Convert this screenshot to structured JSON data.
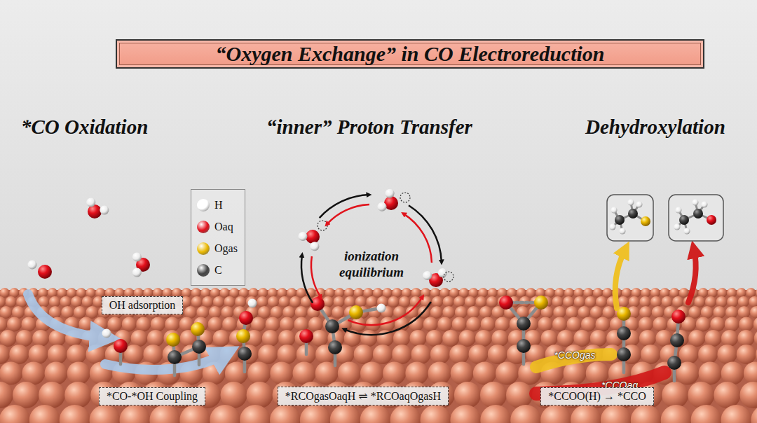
{
  "diagram": {
    "title": "“Oxygen Exchange” in CO Electroreduction",
    "nodes": [
      {
        "text": [
          "OH adsorption"
        ]
      },
      {
        "text": [
          "*CO-*OH Coupling"
        ]
      },
      {
        "text": [
          "*RCOgasOaqH ⇌ *RCOaqOgasH"
        ]
      },
      {
        "text": [
          "*CCOO(H) → *CCO"
        ]
      }
    ],
    "labels": [
      "*CO Oxidation",
      "“inner” Proton Transfer",
      "Dehydroxylation",
      "ionization equilibrium",
      "*CCOgas",
      "*CCOaq"
    ],
    "legend": [
      {
        "text": "H",
        "color": "#ffffff"
      },
      {
        "text": "Oaq",
        "color": "#e3101c"
      },
      {
        "text": "Ogas",
        "color": "#eab800"
      },
      {
        "text": "C",
        "color": "#444444"
      }
    ]
  }
}
